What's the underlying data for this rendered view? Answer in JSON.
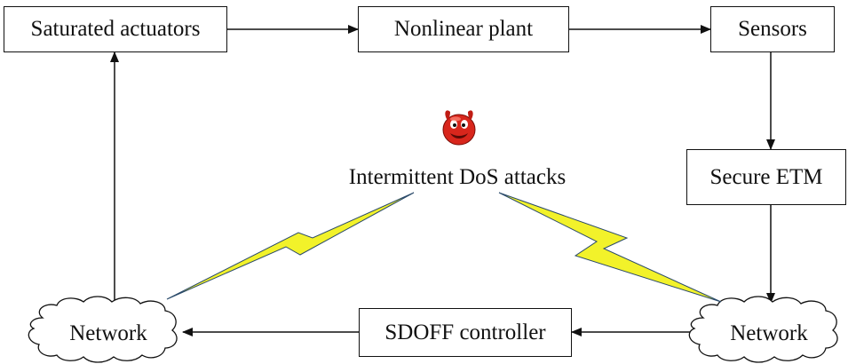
{
  "nodes": {
    "saturated_actuators": "Saturated actuators",
    "nonlinear_plant": "Nonlinear plant",
    "sensors": "Sensors",
    "secure_etm": "Secure ETM",
    "sdoff_controller": "SDOFF controller",
    "network_left": "Network",
    "network_right": "Network"
  },
  "attack": {
    "label": "Intermittent DoS attacks",
    "icon": "devil-face-icon"
  },
  "colors": {
    "line": "#111111",
    "lightning_fill": "#f2f22a",
    "lightning_stroke": "#2a4a6a",
    "devil_red": "#d8261c"
  }
}
